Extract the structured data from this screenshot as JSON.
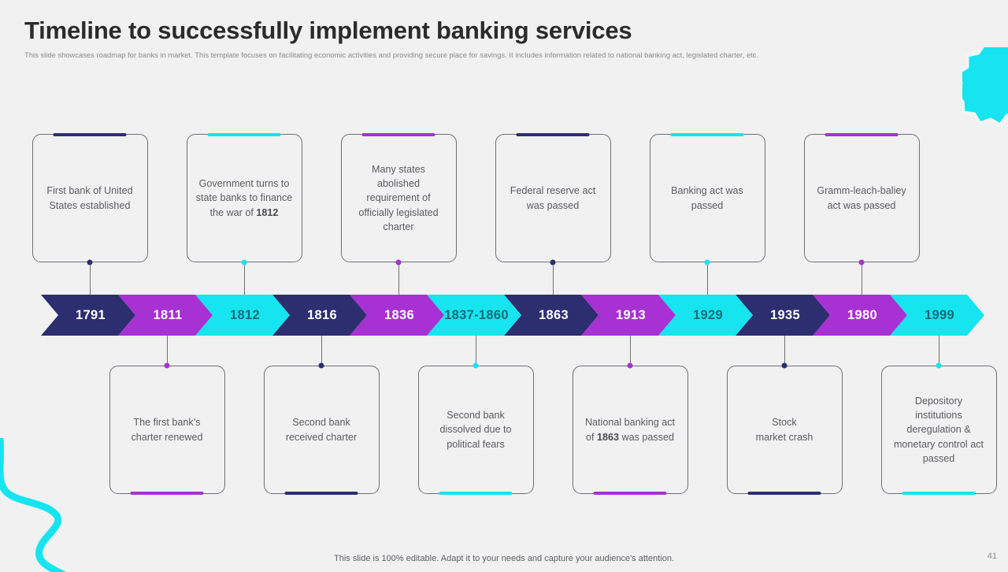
{
  "header": {
    "title": "Timeline to successfully implement banking services",
    "subtitle": "This slide showcases roadmap for banks in market. This template focuses on facilitating economic activities and providing secure place for savings. It includes information related to national banking act, legislated charter, etc."
  },
  "palette": {
    "navy": "#2d2e6f",
    "purple": "#a831d4",
    "cyan": "#16e4ef",
    "background": "#f1f1f1",
    "card_border": "#6f6f7a",
    "card_text": "#5b5b63"
  },
  "chart_data": {
    "type": "timeline",
    "title": "Timeline to successfully implement banking services",
    "milestones": [
      {
        "year": "1791",
        "color": "navy",
        "row": "top",
        "text": "First bank of United States established"
      },
      {
        "year": "1811",
        "color": "purple",
        "row": "bottom",
        "text": "The first bank’s charter renewed"
      },
      {
        "year": "1812",
        "color": "cyan",
        "row": "top",
        "text": "Government turns to state banks to finance the war of <b>1812</b>"
      },
      {
        "year": "1816",
        "color": "navy",
        "row": "bottom",
        "text": "Second bank received charter"
      },
      {
        "year": "1836",
        "color": "purple",
        "row": "top",
        "text": "Many states abolished requirement of officially legislated charter"
      },
      {
        "year": "1837-1860",
        "color": "cyan",
        "row": "bottom",
        "text": "Second bank dissolved due to political fears"
      },
      {
        "year": "1863",
        "color": "navy",
        "row": "top",
        "text": "Federal reserve act was passed"
      },
      {
        "year": "1913",
        "color": "purple",
        "row": "bottom",
        "text": "National banking act of <b>1863</b> was passed"
      },
      {
        "year": "1929",
        "color": "cyan",
        "row": "top",
        "text": "Banking act was passed"
      },
      {
        "year": "1935",
        "color": "navy",
        "row": "bottom",
        "text": "Stock<br>market crash"
      },
      {
        "year": "1980",
        "color": "purple",
        "row": "top",
        "text": "Gramm-leach-baliey act was passed"
      },
      {
        "year": "1999",
        "color": "cyan",
        "row": "bottom",
        "text": "Depository institutions deregulation &amp; monetary control act passed"
      }
    ]
  },
  "cards": {
    "top": [
      {
        "text": "First bank of United States established",
        "accent": "navy"
      },
      {
        "text": "Government turns to state banks to finance the war of <b>1812</b>",
        "accent": "cyan"
      },
      {
        "text": "Many states abolished requirement of officially legislated charter",
        "accent": "purple"
      },
      {
        "text": "Federal reserve act was passed",
        "accent": "navy"
      },
      {
        "text": "Banking act was passed",
        "accent": "cyan"
      },
      {
        "text": "Gramm-leach-baliey act was passed",
        "accent": "purple"
      }
    ],
    "bottom": [
      {
        "text": "The first bank’s charter renewed",
        "accent": "purple"
      },
      {
        "text": "Second bank received charter",
        "accent": "navy"
      },
      {
        "text": "Second bank dissolved due to political fears",
        "accent": "cyan"
      },
      {
        "text": "National banking act of <b>1863</b> was passed",
        "accent": "purple"
      },
      {
        "text": "Stock<br>market crash",
        "accent": "navy"
      },
      {
        "text": "Depository institutions deregulation &amp; monetary control act passed",
        "accent": "cyan"
      }
    ]
  },
  "chevrons": [
    {
      "label": "1791",
      "color": "navy"
    },
    {
      "label": "1811",
      "color": "purple"
    },
    {
      "label": "1812",
      "color": "cyan"
    },
    {
      "label": "1816",
      "color": "navy"
    },
    {
      "label": "1836",
      "color": "purple"
    },
    {
      "label": "1837-1860",
      "color": "cyan"
    },
    {
      "label": "1863",
      "color": "navy"
    },
    {
      "label": "1913",
      "color": "purple"
    },
    {
      "label": "1929",
      "color": "cyan"
    },
    {
      "label": "1935",
      "color": "navy"
    },
    {
      "label": "1980",
      "color": "purple"
    },
    {
      "label": "1999",
      "color": "cyan"
    }
  ],
  "decorations": {
    "starburst": "starburst-shape",
    "wave": "wave-shape"
  },
  "footer": {
    "note": "This slide is 100% editable. Adapt it to your needs and capture your audience's attention.",
    "page_number": "41"
  }
}
